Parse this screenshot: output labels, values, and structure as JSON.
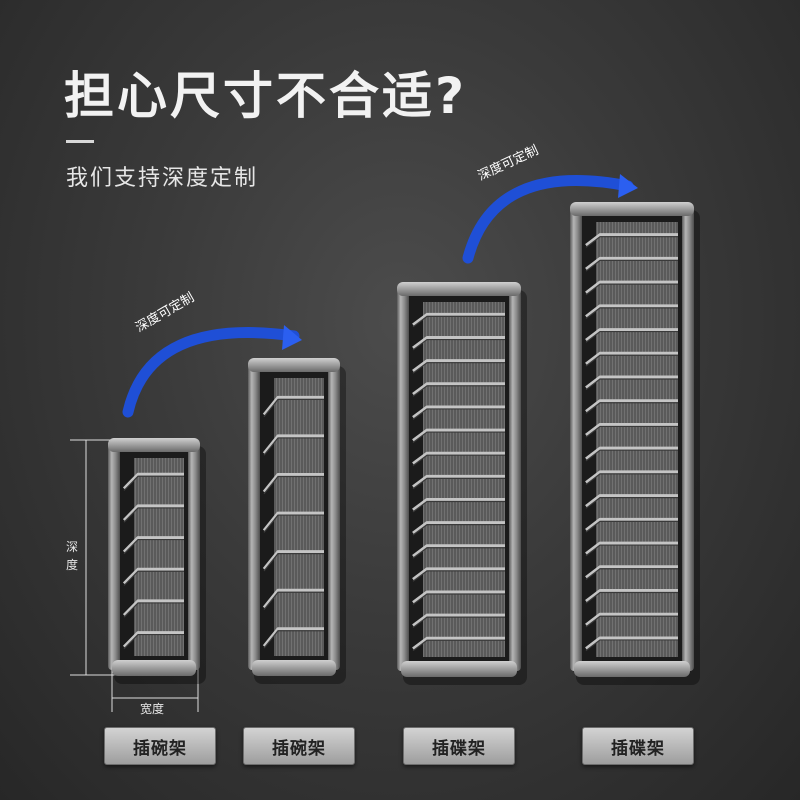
{
  "headline": {
    "title": "担心尺寸不合适?",
    "subtitle": "我们支持深度定制"
  },
  "custom_arrows": [
    {
      "label": "深度可定制"
    },
    {
      "label": "深度可定制"
    }
  ],
  "dimensions": {
    "depth_label": "深\n度",
    "width_label": "宽度"
  },
  "products": [
    {
      "name": "插碗架",
      "kind": "bowl",
      "slots": 6
    },
    {
      "name": "插碗架",
      "kind": "bowl",
      "slots": 7
    },
    {
      "name": "插碟架",
      "kind": "plate",
      "slots": 15
    },
    {
      "name": "插碟架",
      "kind": "plate",
      "slots": 18
    }
  ],
  "colors": {
    "arrow": "#1f4fd6",
    "frame": "#8a8a8a",
    "background": "#3a3a3a"
  }
}
